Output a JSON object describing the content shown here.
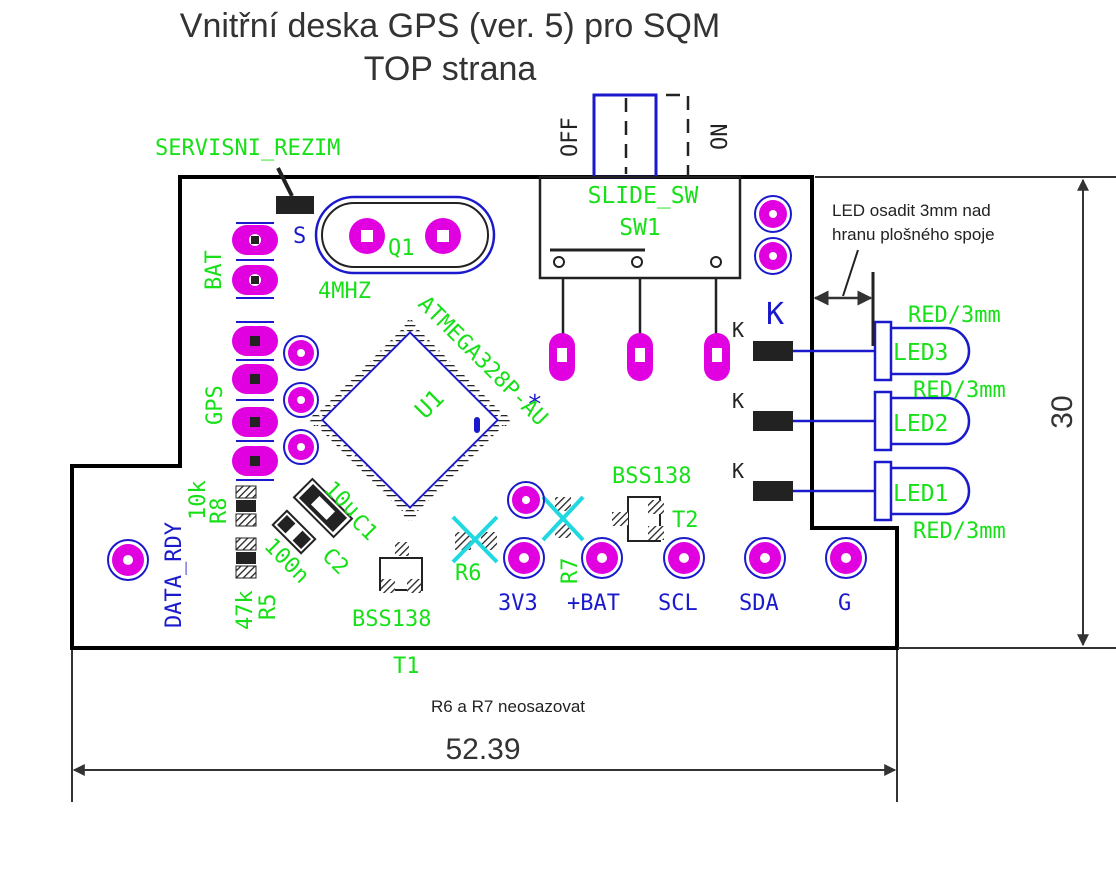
{
  "title": {
    "line1": "Vnitřní deska GPS (ver. 5) pro SQM",
    "line2": "TOP strana"
  },
  "switch": {
    "off": "OFF",
    "on": "ON",
    "type": "SLIDE_SW",
    "ref": "SW1"
  },
  "labels": {
    "servisni": "SERVISNI_REZIM",
    "s": "S",
    "q1": "Q1",
    "freq": "4MHZ",
    "bat": "BAT",
    "gps": "GPS",
    "mcu": "ATMEGA328P-AU",
    "u1": "U1",
    "star": "*",
    "c1_val": "10u",
    "c1_ref": "C1",
    "c2_val": "100n",
    "c2_ref": "C2",
    "data_rdy": "DATA_RDY",
    "r8_val": "10k",
    "r8_ref": "R8",
    "r5_val": "47k",
    "r5_ref": "R5",
    "r6": "R6",
    "r7": "R7",
    "t1_type": "BSS138",
    "t1_ref": "T1",
    "t2_type": "BSS138",
    "t2_ref": "T2",
    "pad_3v3": "3V3",
    "pad_bat": "+BAT",
    "pad_scl": "SCL",
    "pad_sda": "SDA",
    "pad_g": "G",
    "k_big": "K",
    "k": "K",
    "led3": "LED3",
    "led2": "LED2",
    "led1": "LED1",
    "red3": "RED/3mm",
    "red2": "RED/3mm",
    "red1": "RED/3mm"
  },
  "notes": {
    "led_line1": "LED osadit 3mm nad",
    "led_line2": "hranu plošného spoje",
    "r6r7": "R6 a R7 neosazovat"
  },
  "dimensions": {
    "width": "52.39",
    "height": "30"
  },
  "colors": {
    "pad": "#e000e0",
    "silk": "#18e018",
    "outline": "#1a1acc",
    "cross": "#1fd8e0",
    "board": "#000000"
  }
}
